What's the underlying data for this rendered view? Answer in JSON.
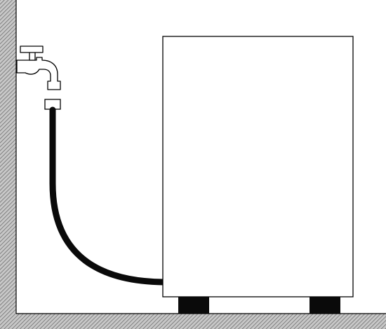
{
  "diagram": {
    "elements": [
      {
        "id": "wall",
        "kind": "hatched-wall"
      },
      {
        "id": "floor",
        "kind": "hatched-floor"
      },
      {
        "id": "faucet",
        "kind": "wall-tap"
      },
      {
        "id": "hose-connector",
        "kind": "hose-coupling"
      },
      {
        "id": "inlet-hose",
        "kind": "hose"
      },
      {
        "id": "washing-machine",
        "kind": "appliance-cabinet"
      },
      {
        "id": "feet",
        "kind": "appliance-feet",
        "count": 2
      }
    ],
    "colors": {
      "background": "#ffffff",
      "outline": "#000000",
      "hatch_fill": "#c8c8c8",
      "hatch_line": "#6e6e6e",
      "hose": "#0a0a0a"
    }
  }
}
